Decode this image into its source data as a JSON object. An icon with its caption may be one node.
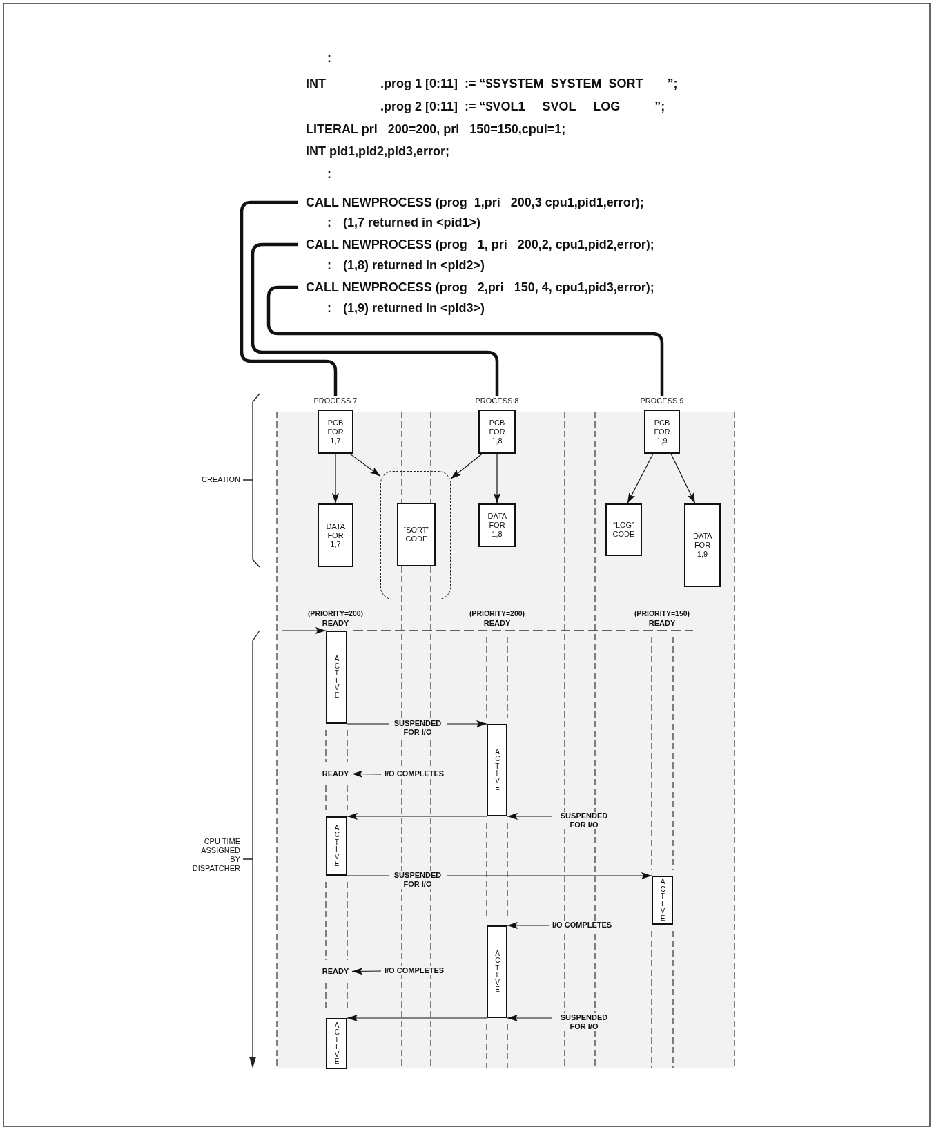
{
  "diagram": {
    "nodes": [
      {
        "text": [
          "CALL NEWPROCESS (prog  1,pri   200,3 cpu1,pid1,error);"
        ]
      },
      {
        "text": [
          "CALL NEWPROCESS (prog   1, pri   200,2, cpu1,pid2,error);"
        ]
      },
      {
        "text": [
          "CALL NEWPROCESS (prog   2,pri   150, 4, cpu1,pid3,error);"
        ]
      },
      {
        "text": [
          "PROCESS 7"
        ]
      },
      {
        "text": [
          "PCB FOR 1,7"
        ]
      },
      {
        "text": [
          "DATA FOR 1,7"
        ]
      },
      {
        "text": [],
        "shape": "box"
      },
      {
        "text": [
          "“SORT” CODE"
        ],
        "in": 6
      },
      {
        "text": [
          "PROCESS 8"
        ]
      },
      {
        "text": [
          "PCB FOR 1,8"
        ]
      },
      {
        "text": [
          "DATA FOR 1,8"
        ]
      },
      {
        "text": [
          "PROCESS 9"
        ]
      },
      {
        "text": [
          "PCB FOR 1,9"
        ]
      },
      {
        "text": [
          "“LOG” CODE"
        ]
      },
      {
        "text": [
          "DATA FOR 1,9"
        ]
      },
      {
        "text": [
          "ACTIVE"
        ]
      },
      {
        "text": [
          "ACTIVE"
        ]
      },
      {
        "text": [
          "READY"
        ]
      },
      {
        "text": [
          "ACTIVE"
        ]
      },
      {
        "text": [
          "ACTIVE"
        ]
      },
      {
        "text": [
          "ACTIVE"
        ]
      },
      {
        "text": [
          "READY"
        ]
      },
      {
        "text": [
          "ACTIVE"
        ]
      }
    ],
    "edges": [
      {
        "from": 0,
        "to": 3,
        "arrow": "none",
        "style": "thick"
      },
      {
        "from": 1,
        "to": 8,
        "arrow": "none",
        "style": "thick"
      },
      {
        "from": 2,
        "to": 11,
        "arrow": "none",
        "style": "thick"
      },
      {
        "from": 4,
        "to": 5,
        "arrow": "to"
      },
      {
        "from": 4,
        "to": 6,
        "arrow": "to"
      },
      {
        "from": 9,
        "to": 6,
        "arrow": "to"
      },
      {
        "from": 9,
        "to": 10,
        "arrow": "to"
      },
      {
        "from": 12,
        "to": 13,
        "arrow": "to"
      },
      {
        "from": 12,
        "to": 14,
        "arrow": "to"
      },
      {
        "from": null,
        "to": 15,
        "arrow": "to"
      },
      {
        "from": 15,
        "to": 16,
        "arrow": "to",
        "label": "SUSPENDED FOR I/O"
      },
      {
        "from": null,
        "to": 17,
        "arrow": "to",
        "label": "I/O COMPLETES"
      },
      {
        "from": 16,
        "to": 18,
        "arrow": "to"
      },
      {
        "from": null,
        "to": 16,
        "arrow": "to",
        "label": "SUSPENDED FOR I/O"
      },
      {
        "from": 18,
        "to": 19,
        "arrow": "to",
        "label": "SUSPENDED FOR I/O"
      },
      {
        "from": null,
        "to": 20,
        "arrow": "to",
        "label": "I/O COMPLETES"
      },
      {
        "from": null,
        "to": 21,
        "arrow": "to",
        "label": "I/O COMPLETES"
      },
      {
        "from": 20,
        "to": 22,
        "arrow": "to"
      },
      {
        "from": null,
        "to": 20,
        "arrow": "to",
        "label": "SUSPENDED FOR I/O"
      }
    ],
    "labels": [
      ":",
      "INT",
      ".prog 1 [0:11]  := “$SYSTEM  SYSTEM  SORT       ”;",
      ".prog 2 [0:11]  := “$VOL1     SVOL     LOG          ”;",
      "LITERAL pri   200=200, pri   150=150,cpui=1;",
      "INT pid1,pid2,pid3,error;",
      ":",
      ":",
      "(1,7 returned in <pid1>)",
      ":",
      "(1,8) returned in <pid2>)",
      ":",
      "(1,9) returned in <pid3>)",
      "CREATION",
      "CPU TIME ASSIGNED BY DISPATCHER",
      "(PRIORITY=200)",
      "READY",
      "(PRIORITY=200)",
      "READY",
      "(PRIORITY=150)",
      "READY"
    ]
  }
}
